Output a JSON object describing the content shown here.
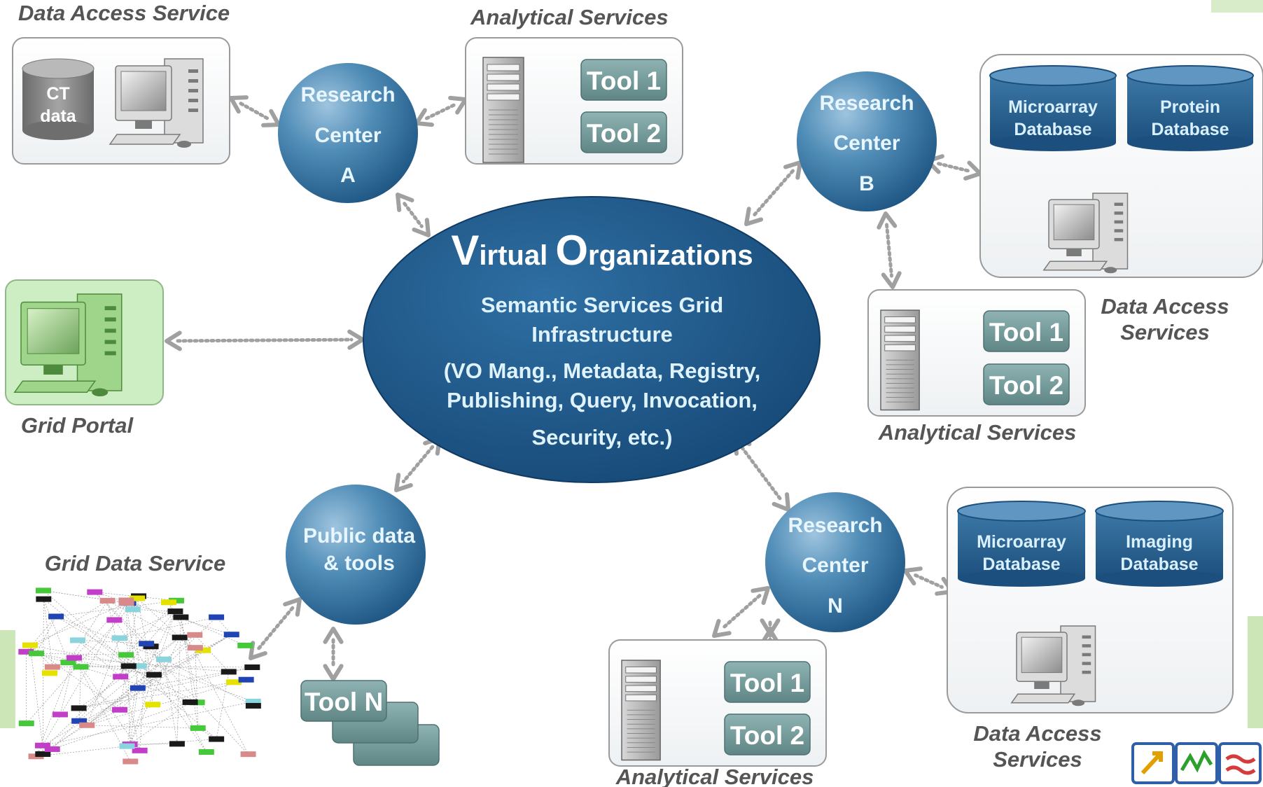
{
  "title": {
    "part1_initial": "V",
    "part1_rest": "irtual ",
    "part2_initial": "O",
    "part2_rest": "rganizations"
  },
  "vo_lines": [
    "Semantic Services Grid",
    "Infrastructure",
    "(VO Mang., Metadata, Registry,",
    "Publishing, Query, Invocation,",
    "Security, etc.)"
  ],
  "research_a": [
    "Research",
    "Center",
    "A"
  ],
  "research_b": [
    "Research",
    "Center",
    "B"
  ],
  "research_n": [
    "Research",
    "Center",
    "N"
  ],
  "public_hub": [
    "Public data",
    "& tools"
  ],
  "labels": {
    "data_access_a": "Data Access Service",
    "analytical_a": "Analytical Services",
    "data_access_b_1": "Data Access",
    "data_access_b_2": "Services",
    "analytical_b": "Analytical Services",
    "grid_portal": "Grid Portal",
    "grid_data_service": "Grid Data Service",
    "data_access_n_1": "Data Access",
    "data_access_n_2": "Services",
    "analytical_n": "Analytical Services"
  },
  "ct": [
    "CT",
    "data"
  ],
  "tools": {
    "t1": "Tool 1",
    "t2": "Tool 2",
    "tn": "Tool N"
  },
  "databases": {
    "b1": [
      "Microarray",
      "Database"
    ],
    "b2": [
      "Protein",
      "Database"
    ],
    "n1": [
      "Microarray",
      "Database"
    ],
    "n2": [
      "Imaging",
      "Database"
    ]
  },
  "colors": {
    "hub": "#3f7ea7",
    "vo": "#1f5a8c",
    "tool": "#6e9494",
    "arrow": "#9a9a9a",
    "portal_bg": "#ccebc0"
  }
}
